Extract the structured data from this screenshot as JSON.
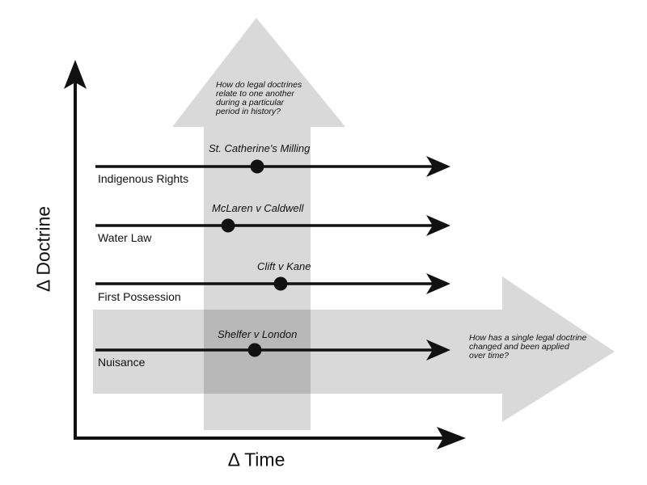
{
  "diagram": {
    "y_axis_label": "Δ Doctrine",
    "x_axis_label": "Δ Time",
    "vertical_question": "How do legal doctrines\nrelate to one another\nduring a particular\nperiod in history?",
    "horizontal_question": "How has a single legal doctrine\nchanged and been applied\nover time?",
    "doctrines": [
      {
        "label": "Indigenous Rights",
        "case": "St. Catherine's Milling"
      },
      {
        "label": "Water Law",
        "case": "McLaren v Caldwell"
      },
      {
        "label": "First Possession",
        "case": "Clift v Kane"
      },
      {
        "label": "Nuisance",
        "case": "Shelfer v London"
      }
    ],
    "colors": {
      "band": "rgba(0, 0, 0, 0.15)",
      "ink": "#111111"
    }
  }
}
